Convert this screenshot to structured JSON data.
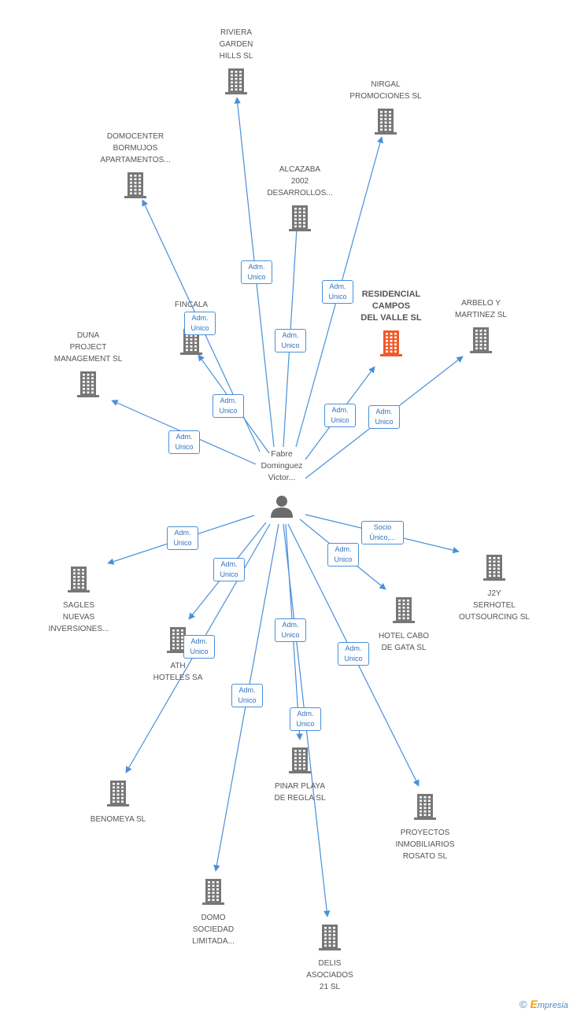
{
  "center": {
    "name": "Fabre\nDominguez\nVictor..."
  },
  "companies": [
    {
      "id": "riviera",
      "name": "RIVIERA\nGARDEN\nHILLS SL",
      "highlight": false
    },
    {
      "id": "nirgal",
      "name": "NIRGAL\nPROMOCIONES SL",
      "highlight": false
    },
    {
      "id": "domocenter",
      "name": "DOMOCENTER\nBORMUJOS\nAPARTAMENTOS...",
      "highlight": false
    },
    {
      "id": "alcazaba",
      "name": "ALCAZABA\n2002\nDESARROLLOS...",
      "highlight": false
    },
    {
      "id": "residencial",
      "name": "RESIDENCIAL\nCAMPOS\nDEL VALLE SL",
      "highlight": true
    },
    {
      "id": "arbelo",
      "name": "ARBELO Y\nMARTINEZ SL",
      "highlight": false
    },
    {
      "id": "fincala",
      "name": "FINCALA\n20",
      "highlight": false
    },
    {
      "id": "duna",
      "name": "DUNA\nPROJECT\nMANAGEMENT SL",
      "highlight": false
    },
    {
      "id": "sagles",
      "name": "SAGLES\nNUEVAS\nINVERSIONES...",
      "highlight": false
    },
    {
      "id": "j2y",
      "name": "J2Y\nSERHOTEL\nOUTSOURCING SL",
      "highlight": false
    },
    {
      "id": "hotelcabo",
      "name": "HOTEL CABO\nDE GATA  SL",
      "highlight": false
    },
    {
      "id": "ath",
      "name": "ATH\nHOTELES SA",
      "highlight": false
    },
    {
      "id": "benomeya",
      "name": "BENOMEYA SL",
      "highlight": false
    },
    {
      "id": "pinar",
      "name": "PINAR PLAYA\nDE REGLA SL",
      "highlight": false
    },
    {
      "id": "proyectos",
      "name": "PROYECTOS\nINMOBILIARIOS\nROSATO SL",
      "highlight": false
    },
    {
      "id": "domo",
      "name": "DOMO\nSOCIEDAD\nLIMITADA...",
      "highlight": false
    },
    {
      "id": "delis",
      "name": "DELIS\nASOCIADOS\n21 SL",
      "highlight": false
    }
  ],
  "relations": [
    {
      "target": "riviera",
      "label": "Adm.\nUnico"
    },
    {
      "target": "nirgal",
      "label": "Adm.\nUnico"
    },
    {
      "target": "domocenter",
      "label": "Adm.\nUnico"
    },
    {
      "target": "alcazaba",
      "label": "Adm.\nUnico"
    },
    {
      "target": "residencial",
      "label": "Adm.\nUnico"
    },
    {
      "target": "arbelo",
      "label": "Adm.\nUnico"
    },
    {
      "target": "fincala",
      "label": "Adm.\nUnico"
    },
    {
      "target": "duna",
      "label": "Adm.\nUnico"
    },
    {
      "target": "sagles",
      "label": "Adm.\nUnico"
    },
    {
      "target": "j2y",
      "label": "Socio\nÚnico,..."
    },
    {
      "target": "hotelcabo",
      "label": "Adm.\nUnico"
    },
    {
      "target": "ath",
      "label": "Adm.\nUnico"
    },
    {
      "target": "benomeya",
      "label": "Adm.\nUnico"
    },
    {
      "target": "pinar",
      "label": "Adm.\nUnico"
    },
    {
      "target": "proyectos",
      "label": "Adm.\nUnico"
    },
    {
      "target": "domo",
      "label": "Adm.\nUnico"
    },
    {
      "target": "delis",
      "label": "Adm.\nUnico"
    }
  ],
  "colors": {
    "edge": "#4a90d9",
    "building": "#777777",
    "highlight": "#f05a28",
    "person": "#6b6b6b"
  },
  "icons": {
    "company": "building-icon",
    "person": "person-icon"
  },
  "brand": {
    "copyright": "©",
    "letter": "E",
    "text": "mpresia"
  }
}
